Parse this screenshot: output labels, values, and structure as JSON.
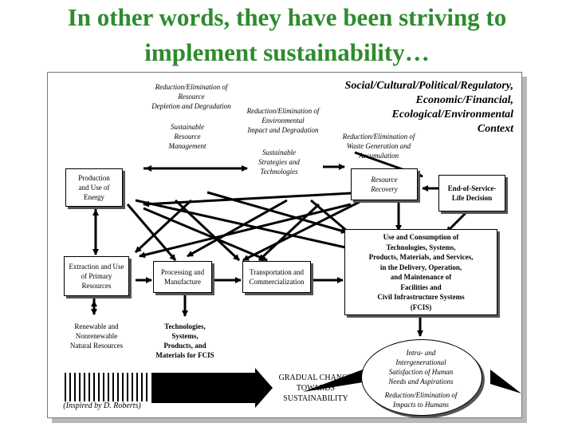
{
  "title": {
    "line1": "In other words, they have been striving to",
    "line2": "implement sustainability…"
  },
  "diagram": {
    "context": [
      "Social/Cultural/Political/Regulatory,",
      "Economic/Financial,",
      "Ecological/Environmental",
      "Context"
    ],
    "resource_depletion": [
      "Reduction/Elimination of",
      "Resource",
      "Depletion and Degradation"
    ],
    "sustainable_resource_mgmt": [
      "Sustainable",
      "Resource",
      "Management"
    ],
    "env_impact": [
      "Reduction/Elimination of",
      "Environmental",
      "Impact and Degradation"
    ],
    "sustainable_strategies": [
      "Sustainable",
      "Strategies and",
      "Technologies"
    ],
    "waste_generation": [
      "Reduction/Elimination of",
      "Waste Generation and",
      "Accumulation"
    ],
    "production_energy": [
      "Production",
      "and Use of",
      "Energy"
    ],
    "resource_recovery": [
      "Resource",
      "Recovery"
    ],
    "end_of_service": [
      "End-of-Service-",
      "Life Decision"
    ],
    "extraction": [
      "Extraction and Use",
      "of Primary",
      "Resources"
    ],
    "processing": [
      "Processing and",
      "Manufacture"
    ],
    "transportation": [
      "Transportation and",
      "Commercialization"
    ],
    "use_consumption": [
      "Use and Consumption of",
      "Technologies, Systems,",
      "Products, Materials, and Services,",
      "in the Delivery, Operation,",
      "and Maintenance of",
      "Facilities and",
      "Civil Infrastructure Systems",
      "(FCIS)"
    ],
    "renewable": [
      "Renewable and",
      "Nonrenewable",
      "Natural Resources"
    ],
    "technologies_fcis": [
      "Technologies,",
      "Systems,",
      "Products, and",
      "Materials for FCIS"
    ],
    "gradual_change": [
      "GRADUAL CHANGE",
      "TOWARDS",
      "SUSTAINABILITY"
    ],
    "intra_inter": [
      "Intra- and",
      "Intergenerational",
      "Satisfaction of Human",
      "Needs and Aspirations"
    ],
    "impacts_humans": [
      "Reduction/Elimination of",
      "Impacts to Humans"
    ],
    "inspired": "(Inspired by D. Roberts)"
  },
  "colors": {
    "title": "#2e8b2e",
    "shadow": "#555555",
    "panel_shadow": "#b8b8b8"
  }
}
